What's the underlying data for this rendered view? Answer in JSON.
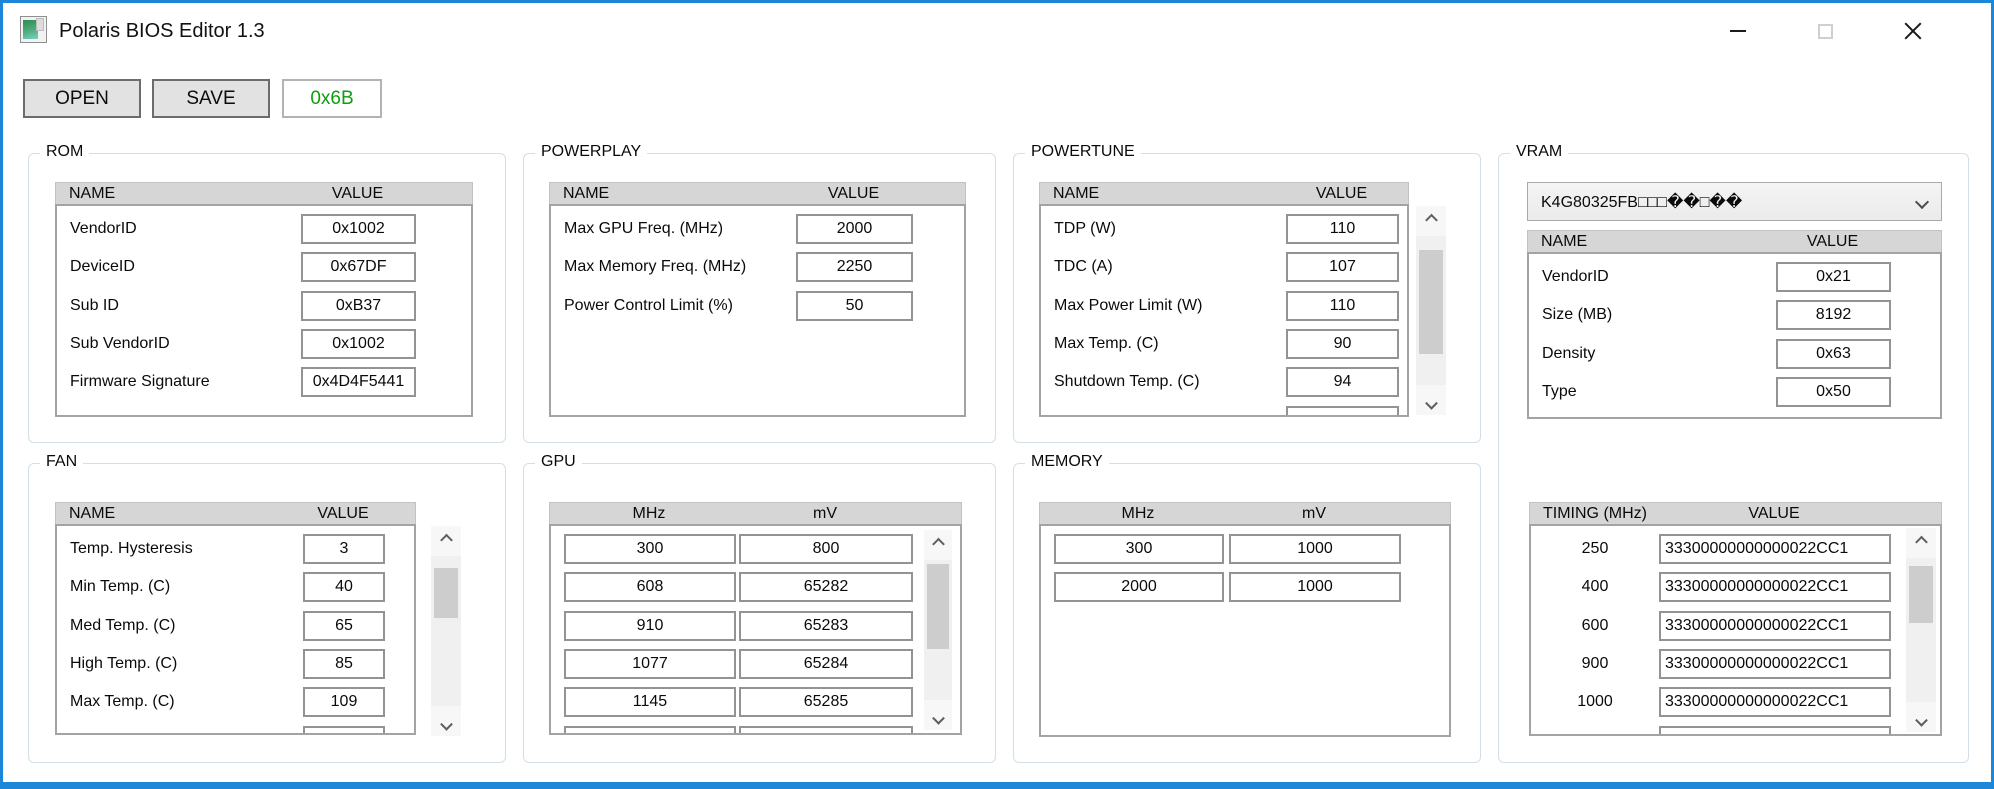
{
  "window": {
    "title": "Polaris BIOS Editor 1.3"
  },
  "toolbar": {
    "open_label": "OPEN",
    "save_label": "SAVE",
    "checksum": "0x6B",
    "checksum_color": "#0d9e0d"
  },
  "accent_color": "#1c87d8",
  "rom": {
    "title": "ROM",
    "columns": [
      "NAME",
      "VALUE"
    ],
    "rows": [
      {
        "name": "VendorID",
        "value": "0x1002"
      },
      {
        "name": "DeviceID",
        "value": "0x67DF"
      },
      {
        "name": "Sub ID",
        "value": "0xB37"
      },
      {
        "name": "Sub VendorID",
        "value": "0x1002"
      },
      {
        "name": "Firmware Signature",
        "value": "0x4D4F5441"
      }
    ]
  },
  "powerplay": {
    "title": "POWERPLAY",
    "columns": [
      "NAME",
      "VALUE"
    ],
    "rows": [
      {
        "name": "Max GPU Freq. (MHz)",
        "value": "2000"
      },
      {
        "name": "Max Memory Freq. (MHz)",
        "value": "2250"
      },
      {
        "name": "Power Control Limit (%)",
        "value": "50"
      }
    ]
  },
  "powertune": {
    "title": "POWERTUNE",
    "columns": [
      "NAME",
      "VALUE"
    ],
    "rows": [
      {
        "name": "TDP (W)",
        "value": "110"
      },
      {
        "name": "TDC (A)",
        "value": "107"
      },
      {
        "name": "Max Power Limit (W)",
        "value": "110"
      },
      {
        "name": "Max Temp. (C)",
        "value": "90"
      },
      {
        "name": "Shutdown Temp. (C)",
        "value": "94"
      }
    ]
  },
  "fan": {
    "title": "FAN",
    "columns": [
      "NAME",
      "VALUE"
    ],
    "rows": [
      {
        "name": "Temp. Hysteresis",
        "value": "3"
      },
      {
        "name": "Min Temp. (C)",
        "value": "40"
      },
      {
        "name": "Med Temp. (C)",
        "value": "65"
      },
      {
        "name": "High Temp. (C)",
        "value": "85"
      },
      {
        "name": "Max Temp. (C)",
        "value": "109"
      }
    ]
  },
  "gpu": {
    "title": "GPU",
    "columns": [
      "MHz",
      "mV"
    ],
    "rows": [
      [
        "300",
        "800"
      ],
      [
        "608",
        "65282"
      ],
      [
        "910",
        "65283"
      ],
      [
        "1077",
        "65284"
      ],
      [
        "1145",
        "65285"
      ]
    ]
  },
  "memory": {
    "title": "MEMORY",
    "columns": [
      "MHz",
      "mV"
    ],
    "rows": [
      [
        "300",
        "1000"
      ],
      [
        "2000",
        "1000"
      ]
    ]
  },
  "vram": {
    "title": "VRAM",
    "dropdown_value": "K4G80325FB□□□��□��",
    "columns": [
      "NAME",
      "VALUE"
    ],
    "rows": [
      {
        "name": "VendorID",
        "value": "0x21"
      },
      {
        "name": "Size (MB)",
        "value": "8192"
      },
      {
        "name": "Density",
        "value": "0x63"
      },
      {
        "name": "Type",
        "value": "0x50"
      }
    ],
    "timing": {
      "columns": [
        "TIMING (MHz)",
        "VALUE"
      ],
      "rows": [
        {
          "mhz": "250",
          "value": "33300000000000022CC1"
        },
        {
          "mhz": "400",
          "value": "33300000000000022CC1"
        },
        {
          "mhz": "600",
          "value": "33300000000000022CC1"
        },
        {
          "mhz": "900",
          "value": "33300000000000022CC1"
        },
        {
          "mhz": "1000",
          "value": "33300000000000022CC1"
        }
      ]
    }
  }
}
